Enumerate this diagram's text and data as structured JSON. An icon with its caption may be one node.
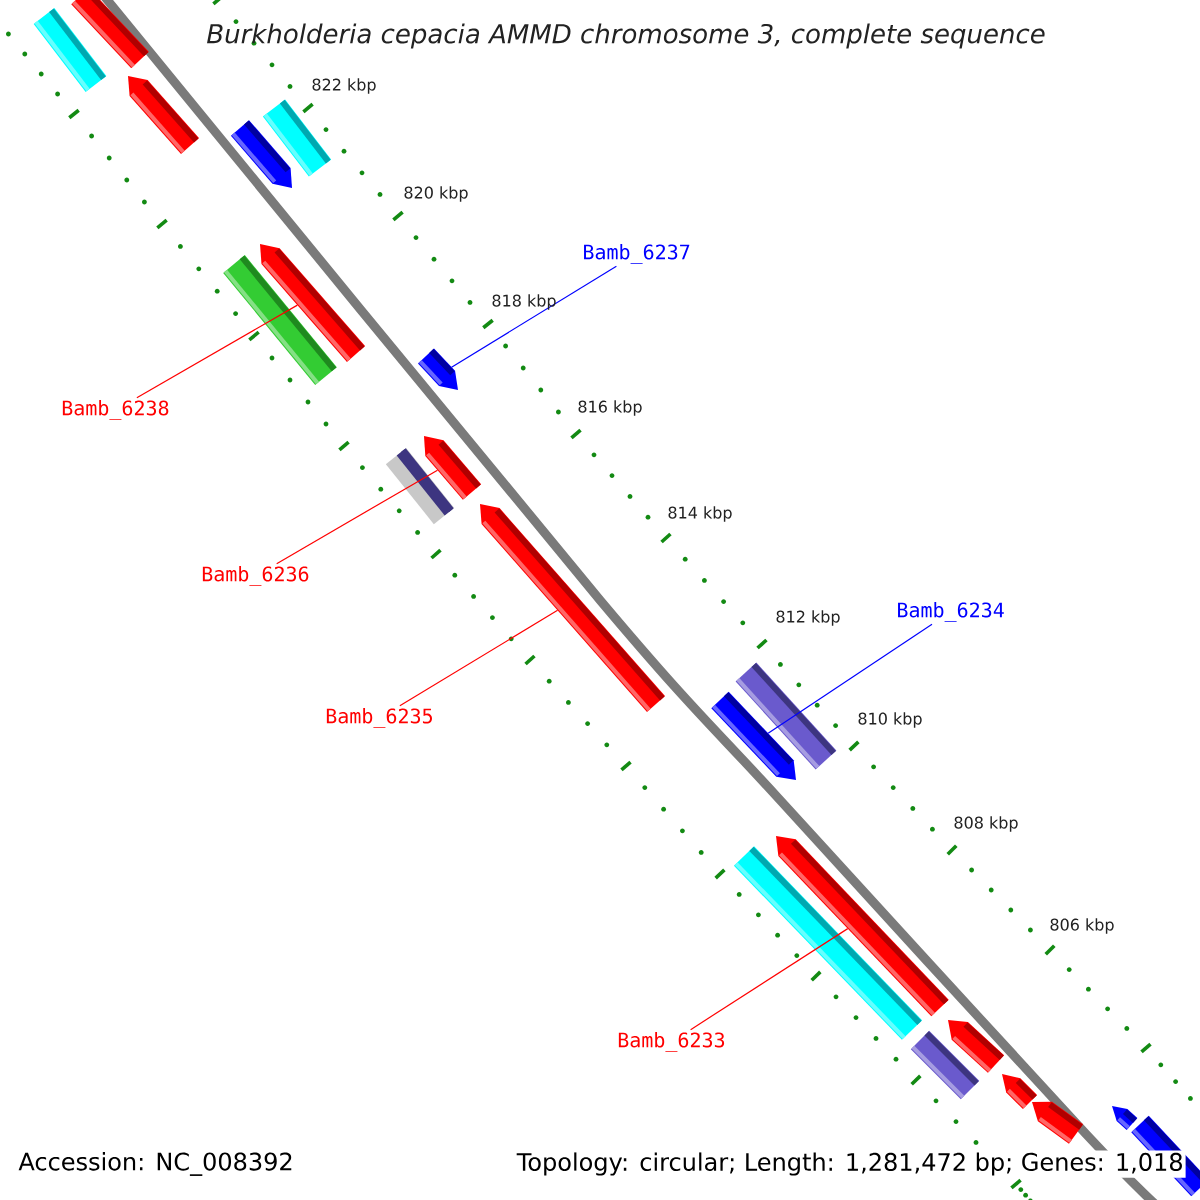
{
  "diagram": {
    "title": "Burkholderia cepacia AMMD chromosome 3, complete sequence",
    "nodes": [
      {
        "text": [
          "Bamb_6237"
        ]
      },
      {
        "text": [],
        "shape": "bar"
      },
      {
        "text": [
          "Bamb_6238"
        ]
      },
      {
        "text": [],
        "shape": "bar"
      },
      {
        "text": [
          "Bamb_6236"
        ]
      },
      {
        "text": [],
        "shape": "bar"
      },
      {
        "text": [
          "Bamb_6235"
        ]
      },
      {
        "text": [],
        "shape": "bar"
      },
      {
        "text": [
          "Bamb_6234"
        ]
      },
      {
        "text": [],
        "shape": "bar"
      },
      {
        "text": [
          "Bamb_6233"
        ]
      },
      {
        "text": [],
        "shape": "bar"
      },
      {
        "text": [],
        "shape": "bar"
      },
      {
        "text": [],
        "shape": "bar"
      },
      {
        "text": [],
        "shape": "bar"
      },
      {
        "text": [],
        "shape": "bar"
      },
      {
        "text": [],
        "shape": "bar"
      },
      {
        "text": [],
        "shape": "bar"
      },
      {
        "text": [],
        "shape": "bar"
      },
      {
        "text": [],
        "shape": "bar"
      },
      {
        "text": [],
        "shape": "bar"
      },
      {
        "text": [],
        "shape": "bar"
      },
      {
        "text": [],
        "shape": "bar"
      },
      {
        "text": [],
        "shape": "bar"
      },
      {
        "text": [],
        "shape": "bar"
      },
      {
        "text": [],
        "shape": "bar"
      },
      {
        "text": [],
        "shape": "bar"
      }
    ],
    "edges": [
      {
        "from": 0,
        "to": 1,
        "arrow": "none",
        "color": "#0000ff"
      },
      {
        "from": 2,
        "to": 3,
        "arrow": "none",
        "color": "#ff0000"
      },
      {
        "from": 4,
        "to": 5,
        "arrow": "none",
        "color": "#ff0000"
      },
      {
        "from": 6,
        "to": 7,
        "arrow": "none",
        "color": "#ff0000"
      },
      {
        "from": 8,
        "to": 9,
        "arrow": "none",
        "color": "#0000ff"
      },
      {
        "from": 10,
        "to": 11,
        "arrow": "none",
        "color": "#ff0000"
      }
    ],
    "labels": [
      "822 kbp",
      "820 kbp",
      "818 kbp",
      "816 kbp",
      "814 kbp",
      "812 kbp",
      "810 kbp",
      "808 kbp",
      "806 kbp",
      "Accession: NC_008392",
      "Topology: circular; Length: 1,281,472 bp; Genes: 1,018"
    ]
  }
}
